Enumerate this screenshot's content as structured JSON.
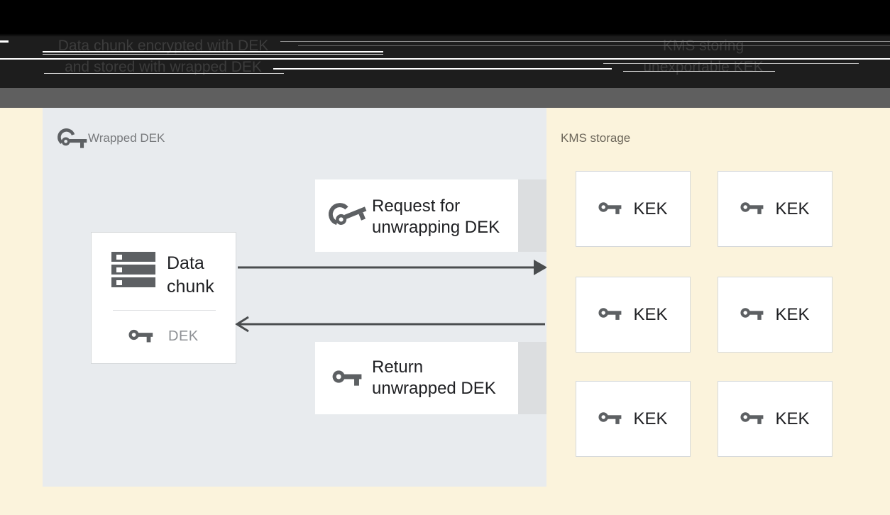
{
  "header": {
    "caption_left_line1": "Data chunk encrypted with DEK",
    "caption_left_line2": "and stored with wrapped DEK",
    "caption_right_line1": "KMS storing",
    "caption_right_line2": "unexportable KEK"
  },
  "dek_panel": {
    "title": "Wrapped DEK",
    "data_chunk": {
      "label_line1": "Data",
      "label_line2": "chunk",
      "key_label": "DEK"
    },
    "request_box": {
      "line1": "Request for",
      "line2": "unwrapping DEK"
    },
    "return_box": {
      "line1": "Return",
      "line2": "unwrapped DEK"
    }
  },
  "kms_panel": {
    "title": "KMS storage",
    "keks": [
      {
        "label": "KEK"
      },
      {
        "label": "KEK"
      },
      {
        "label": "KEK"
      },
      {
        "label": "KEK"
      },
      {
        "label": "KEK"
      },
      {
        "label": "KEK"
      }
    ]
  },
  "icons": {
    "fancy_key": "key-icon",
    "simple_key": "key-icon",
    "data_chunk": "storage-stack-icon"
  },
  "colors": {
    "header_bg": "#1d1d1d",
    "gray_bar": "#5f5f5f",
    "panel_bg": "#E8EBEE",
    "kms_bg": "#FBF3DC",
    "box_border": "#d6d9db",
    "icon_gray": "#5d6063",
    "dark_text": "#202124",
    "muted_text": "#77797c",
    "arrow": "#4a4d4f"
  }
}
